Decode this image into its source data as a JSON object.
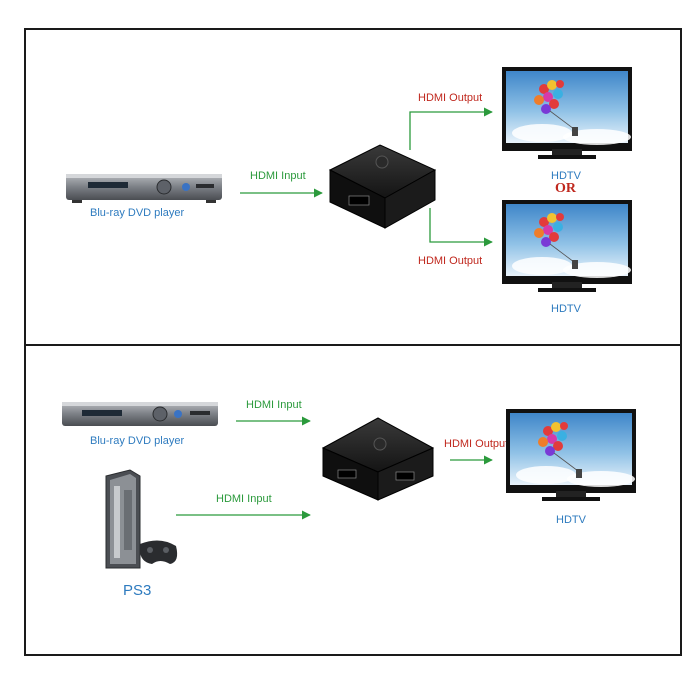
{
  "top": {
    "source_label": "Blu-ray DVD player",
    "input_label": "HDMI Input",
    "output_label_top": "HDMI Output",
    "output_label_bottom": "HDMI Output",
    "tv_label_top": "HDTV",
    "or_label": "OR",
    "tv_label_bottom": "HDTV"
  },
  "bottom": {
    "source_label": "Blu-ray DVD player",
    "input_label_1": "HDMI Input",
    "input_label_2": "HDMI Input",
    "ps3_label": "PS3",
    "output_label": "HDMI Output",
    "tv_label": "HDTV"
  },
  "colors": {
    "arrow_green": "#2b9a3c",
    "label_red": "#c0281e",
    "label_blue": "#2e7bbf",
    "device_black": "#1a1a1a"
  }
}
